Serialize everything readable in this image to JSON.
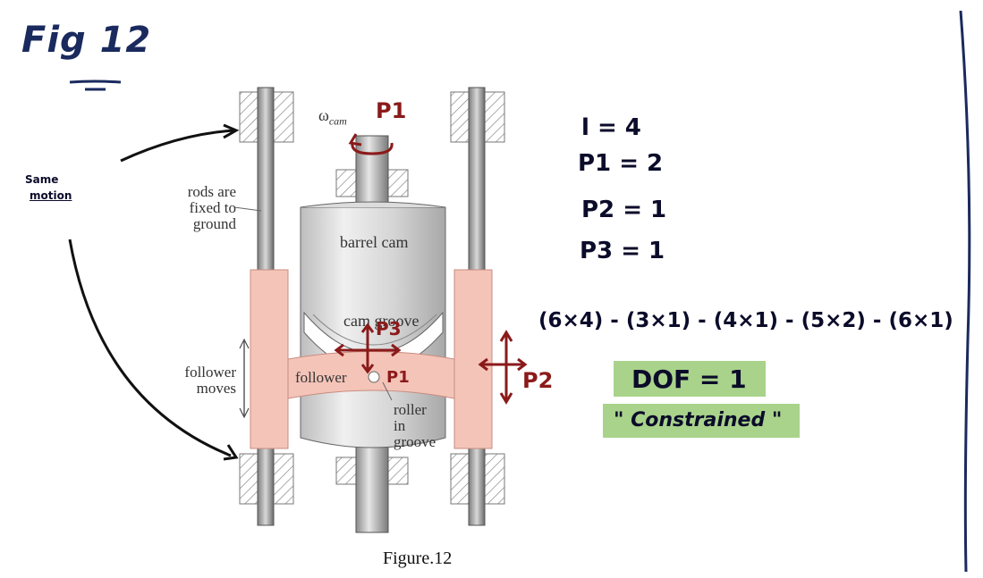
{
  "title": "Fig 12",
  "side_note": [
    "Same",
    "motion"
  ],
  "diagram": {
    "omega_label": "ω",
    "omega_sub": "cam",
    "rods_label": [
      "rods are",
      "fixed to",
      "ground"
    ],
    "barrel_cam": "barrel cam",
    "cam_groove": "cam groove",
    "follower_moves": [
      "follower",
      "moves"
    ],
    "follower": "follower",
    "roller": [
      "roller",
      "in",
      "groove"
    ],
    "p1_top": "P1",
    "p1_mid": "P1",
    "p2": "P2",
    "p3": "P3"
  },
  "equations": {
    "l": "l = 4",
    "p1": "P1 = 2",
    "p2": "P2 = 1",
    "p3": "P3 = 1",
    "formula": "(6×4) - (3×1) - (4×1) - (5×2) - (6×1)",
    "dof": "DOF = 1",
    "constrained": "\" Constrained \""
  },
  "caption": "Figure.12",
  "colors": {
    "ink": "#0b0b2a",
    "red_ink": "#8b1a1a",
    "highlight": "#a9d38a",
    "follower_pink": "#f4c4b8"
  }
}
